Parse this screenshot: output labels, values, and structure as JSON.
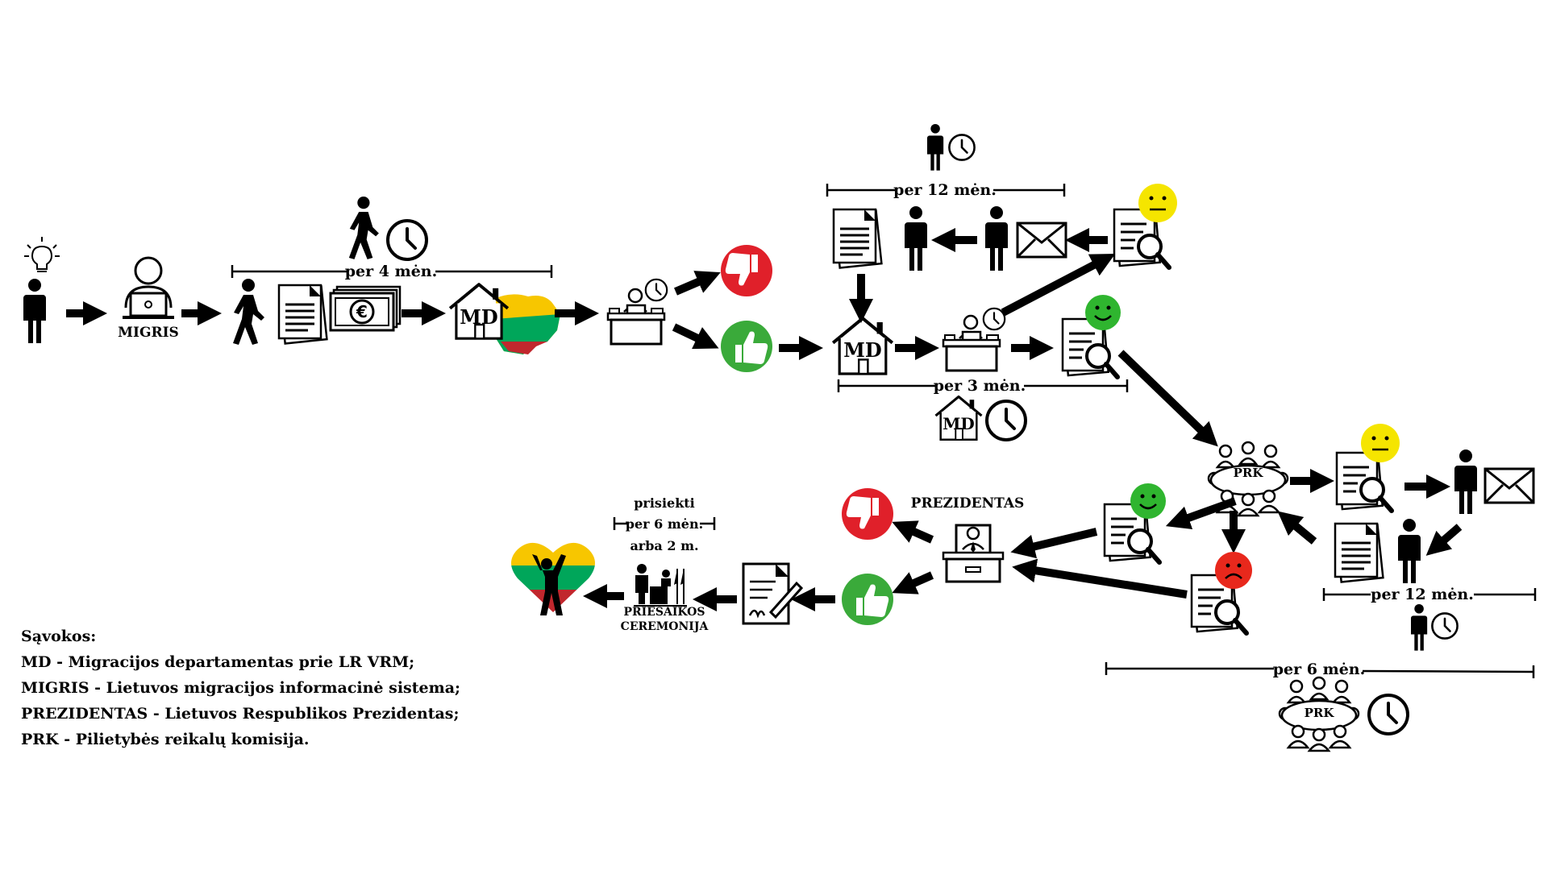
{
  "labels": {
    "migris": "MIGRIS",
    "md": "MD",
    "prk": "PRK",
    "prezidentas": "PREZIDENTAS",
    "per_4_men": "per 4 mėn.",
    "per_12_men": "per 12 mėn.",
    "per_3_men": "per 3 mėn.",
    "per_6_men": "per 6 mėn.",
    "prisiekti": "prisiekti",
    "arba_2_m": "arba 2 m.",
    "priesaikos": "PRIESAIKOS",
    "ceremonija": "CEREMONIJA"
  },
  "glossary": {
    "title": "Sąvokos:",
    "items": [
      "MD - Migracijos departamentas prie LR VRM;",
      "MIGRIS - Lietuvos migracijos informacinė sistema;",
      "PREZIDENTAS - Lietuvos Respublikos Prezidentas;",
      "PRK - Pilietybės reikalų komisija."
    ]
  },
  "colors": {
    "approve": "#3aaa3a",
    "reject": "#e0202a",
    "neutral_face": "#f5e500",
    "happy_face": "#2fb52f",
    "sad_face": "#e8281c",
    "flag_yellow": "#f7c600",
    "flag_green": "#00a65a",
    "flag_red": "#c1272d"
  },
  "icons": {
    "person": "person-icon",
    "idea": "lightbulb-icon",
    "laptop_user": "laptop-user-icon",
    "walking": "walking-person-icon",
    "clock": "clock-icon",
    "documents": "documents-icon",
    "money": "euro-money-icon",
    "house": "house-icon",
    "official": "official-desk-icon",
    "thumbs_up": "thumbs-up-icon",
    "thumbs_down": "thumbs-down-icon",
    "envelope": "envelope-icon",
    "review": "document-review-icon",
    "committee": "committee-table-icon",
    "president": "president-desk-icon",
    "signing": "document-signing-icon",
    "ceremony": "oath-ceremony-icon",
    "heart_flag": "lithuanian-flag-heart-icon"
  }
}
